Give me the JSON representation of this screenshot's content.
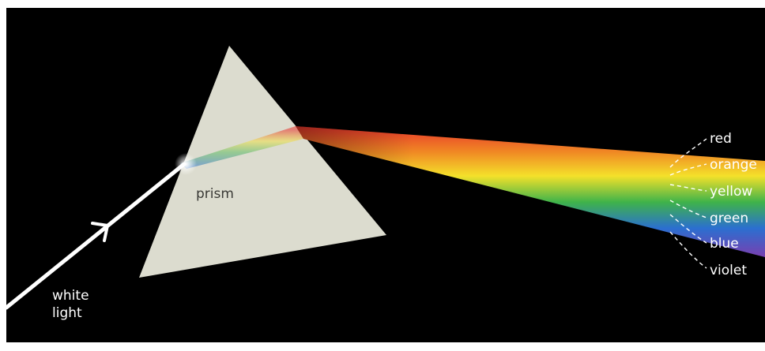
{
  "diagram": {
    "prism_label": "prism",
    "incident_label": {
      "line1": "white",
      "line2": "light"
    },
    "spectrum": [
      {
        "name": "red",
        "color": "#e8342b"
      },
      {
        "name": "orange",
        "color": "#f08a24"
      },
      {
        "name": "yellow",
        "color": "#f4e12a"
      },
      {
        "name": "green",
        "color": "#3fb34a"
      },
      {
        "name": "blue",
        "color": "#2b6fd0"
      },
      {
        "name": "violet",
        "color": "#7a3fb0"
      }
    ],
    "colors": {
      "background": "#000000",
      "prism": "#dcdccf",
      "beam": "#ffffff"
    }
  }
}
